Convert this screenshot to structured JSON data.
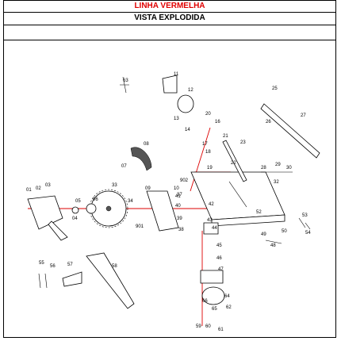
{
  "header": {
    "line_title": "LINHA VERMELHA",
    "subtitle": "VISTA EXPLODIDA",
    "blank_row": ""
  },
  "colors": {
    "accent": "#e00000",
    "rule": "#000000",
    "guide": "#d00000"
  },
  "part_numbers": [
    "01",
    "02",
    "03",
    "04",
    "05",
    "06",
    "08",
    "07",
    "09",
    "10",
    "11",
    "12",
    "13",
    "14",
    "16",
    "17",
    "18",
    "19",
    "20",
    "21",
    "22",
    "23",
    "25",
    "26",
    "27",
    "28",
    "29",
    "30",
    "32",
    "33",
    "34",
    "37",
    "38",
    "39",
    "40",
    "41",
    "42",
    "43",
    "44",
    "45",
    "46",
    "47",
    "48",
    "49",
    "50",
    "52",
    "53",
    "54",
    "55",
    "56",
    "57",
    "58",
    "59",
    "60",
    "61",
    "62",
    "63",
    "64",
    "65",
    "66",
    "901",
    "902"
  ]
}
